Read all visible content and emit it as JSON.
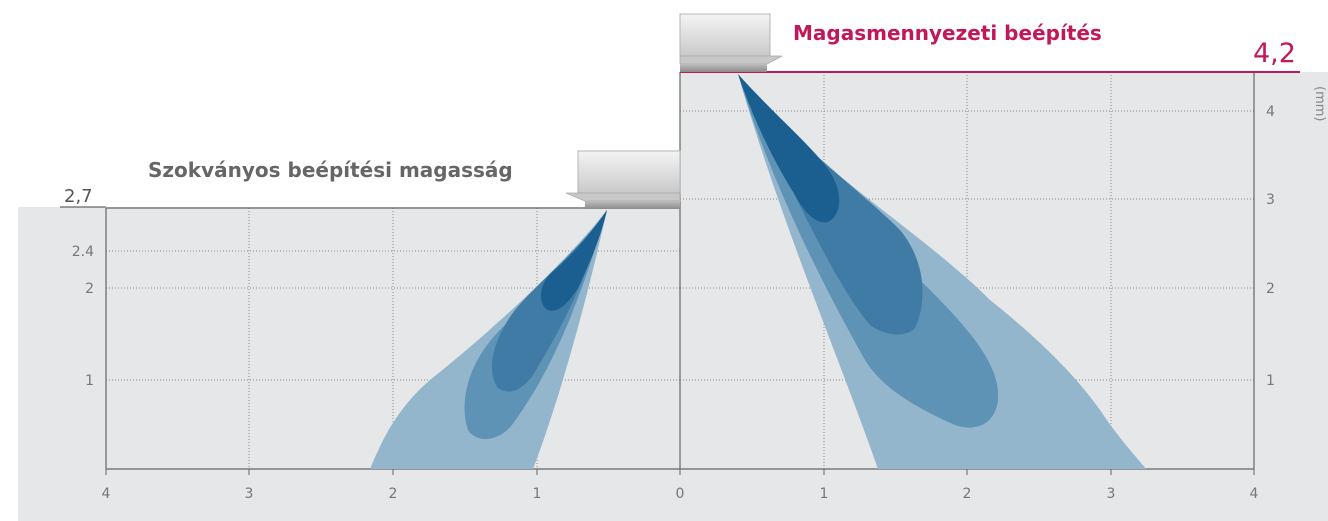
{
  "standard": {
    "title": "Szokványos beépítési magasság",
    "height_label": "2,7",
    "y_ticks": [
      "2.4",
      "2",
      "1"
    ],
    "x_ticks": [
      "4",
      "3",
      "2",
      "1",
      "0"
    ]
  },
  "high": {
    "title": "Magasmennyezeti beépítés",
    "height_label": "4,2",
    "y_ticks": [
      "4",
      "3",
      "2",
      "1"
    ],
    "x_ticks": [
      "1",
      "2",
      "3",
      "4"
    ]
  },
  "unit_label": "(mm)",
  "colors": {
    "panel_bg": "#e6e7e9",
    "grid": "#8a8a8a",
    "axis": "#666666",
    "accent": "#c1185b",
    "flow_light": "#93b6cd",
    "flow_mid": "#5e93b6",
    "flow_dark": "#3f7ba4",
    "flow_core": "#1a5f8f"
  }
}
